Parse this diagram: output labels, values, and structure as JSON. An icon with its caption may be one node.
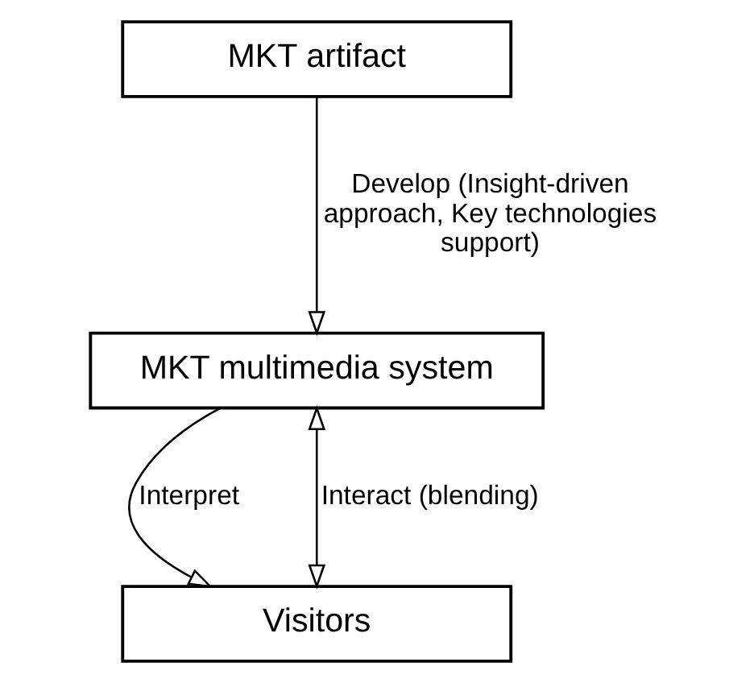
{
  "diagram": {
    "nodes": [
      {
        "text": [
          "MKT artifact"
        ]
      },
      {
        "text": [
          "MKT multimedia system"
        ]
      },
      {
        "text": [
          "Visitors"
        ]
      }
    ],
    "edges": [
      {
        "from": 0,
        "to": 1,
        "arrow": "to",
        "label": "Develop (Insight-driven approach, Key technologies support)"
      },
      {
        "from": 1,
        "to": 2,
        "arrow": "to",
        "label": "Interpret"
      },
      {
        "from": 1,
        "to": 2,
        "arrow": "both",
        "label": "Interact (blending)"
      }
    ]
  }
}
